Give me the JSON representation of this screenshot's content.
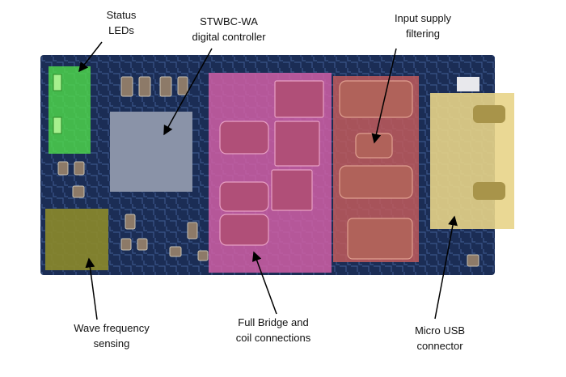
{
  "labels": {
    "status_leds": "Status\nLEDs",
    "controller": "STWBC-WA\ndigital controller",
    "input_filter": "Input supply\nfiltering",
    "wave_sensing": "Wave frequency\nsensing",
    "full_bridge": "Full Bridge and\ncoil connections",
    "micro_usb": "Micro USB\nconnector"
  },
  "colors": {
    "board": "#1b2d55",
    "leds": "#4fdc4a",
    "controller": "#8a93a8",
    "wave": "#8c8a2a",
    "bridge": "#d05fa6",
    "filter": "#c05a5c",
    "usb": "#e8d488"
  }
}
